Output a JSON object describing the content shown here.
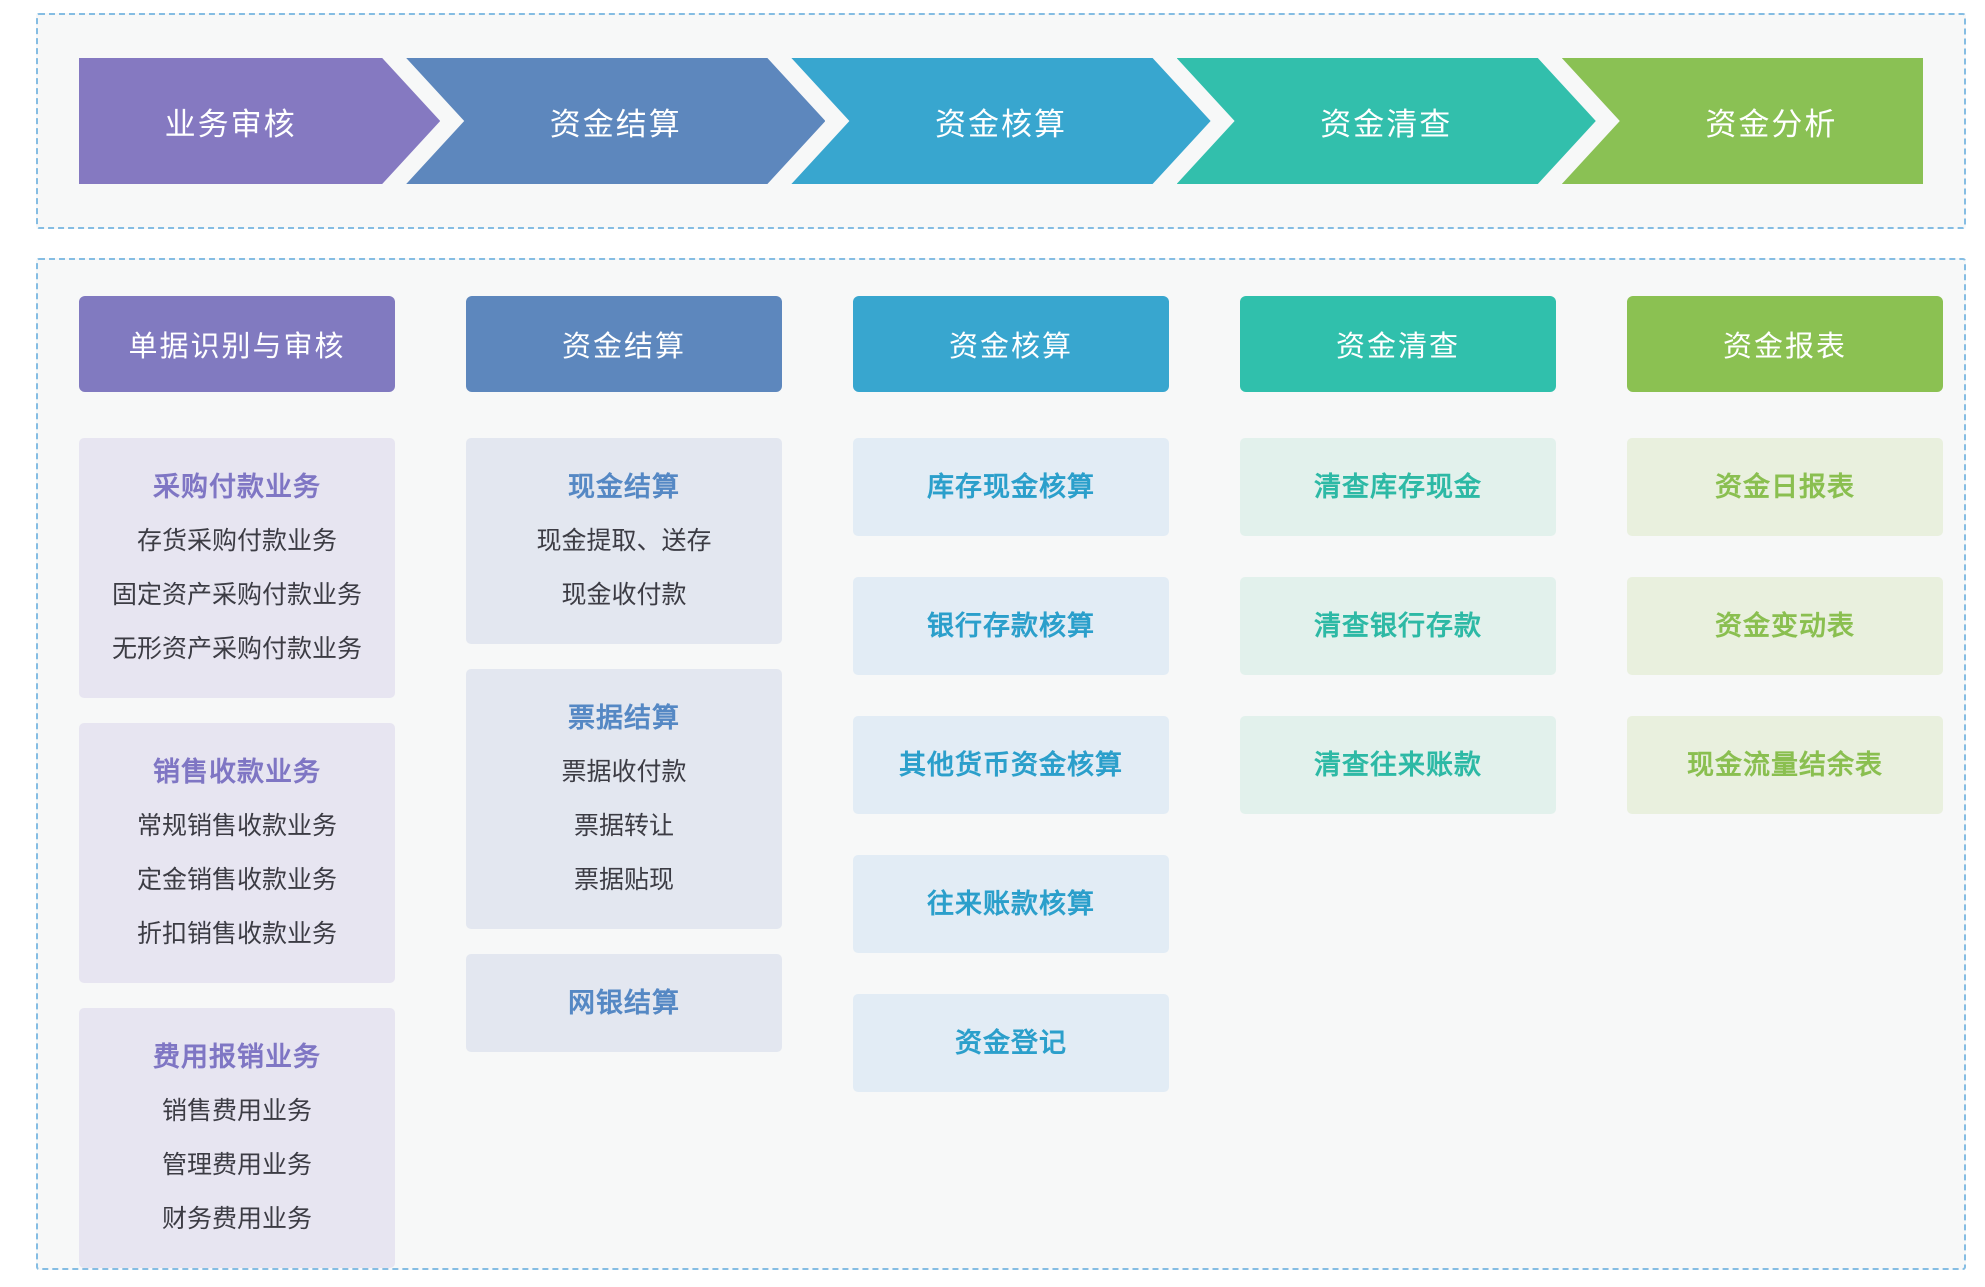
{
  "flow_steps": [
    {
      "label": "业务审核",
      "color": "#8579c1"
    },
    {
      "label": "资金结算",
      "color": "#5d87bd"
    },
    {
      "label": "资金核算",
      "color": "#38a6cf"
    },
    {
      "label": "资金清查",
      "color": "#32bfac"
    },
    {
      "label": "资金分析",
      "color": "#8ac154"
    }
  ],
  "columns": [
    {
      "header": "单据识别与审核",
      "header_color": "#817ac0",
      "box_bg": "#e7e5f1",
      "accent": "#7f76c4",
      "boxes": [
        {
          "title": "采购付款业务",
          "items": [
            "存货采购付款业务",
            "固定资产采购付款业务",
            "无形资产采购付款业务"
          ]
        },
        {
          "title": "销售收款业务",
          "items": [
            "常规销售收款业务",
            "定金销售收款业务",
            "折扣销售收款业务"
          ]
        },
        {
          "title": "费用报销业务",
          "items": [
            "销售费用业务",
            "管理费用业务",
            "财务费用业务"
          ]
        }
      ]
    },
    {
      "header": "资金结算",
      "header_color": "#5d87bd",
      "box_bg": "#e3e7f0",
      "accent": "#5588c4",
      "boxes": [
        {
          "title": "现金结算",
          "items": [
            "现金提取、送存",
            "现金收付款"
          ]
        },
        {
          "title": "票据结算",
          "items": [
            "票据收付款",
            "票据转让",
            "票据贴现"
          ]
        },
        {
          "title": "网银结算",
          "items": []
        }
      ]
    },
    {
      "header": "资金核算",
      "header_color": "#38a6cf",
      "box_bg": "#e2ecf5",
      "accent": "#2b9fcb",
      "boxes": [
        {
          "title": "库存现金核算",
          "items": []
        },
        {
          "title": "银行存款核算",
          "items": []
        },
        {
          "title": "其他货币资金核算",
          "items": []
        },
        {
          "title": "往来账款核算",
          "items": []
        },
        {
          "title": "资金登记",
          "items": []
        }
      ]
    },
    {
      "header": "资金清查",
      "header_color": "#30c0ac",
      "box_bg": "#e2f1ec",
      "accent": "#2db9a5",
      "boxes": [
        {
          "title": "清查库存现金",
          "items": []
        },
        {
          "title": "清查银行存款",
          "items": []
        },
        {
          "title": "清查往来账款",
          "items": []
        }
      ]
    },
    {
      "header": "资金报表",
      "header_color": "#8bc152",
      "box_bg": "#e9f0de",
      "accent": "#8abf50",
      "boxes": [
        {
          "title": "资金日报表",
          "items": []
        },
        {
          "title": "资金变动表",
          "items": []
        },
        {
          "title": "现金流量结余表",
          "items": []
        }
      ]
    }
  ],
  "styles": {
    "panel_bg": "#f7f8f8",
    "panel_border": "#85bde3",
    "item_text_color": "#3c3c44"
  }
}
